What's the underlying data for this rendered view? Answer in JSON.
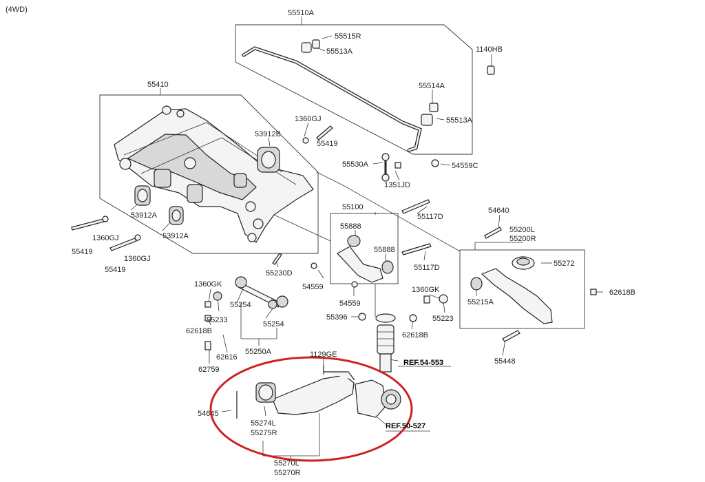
{
  "header": {
    "variant": "(4WD)"
  },
  "labels": {
    "p55510A": "55510A",
    "p55515R": "55515R",
    "p55513A_1": "55513A",
    "p1140HB": "1140HB",
    "p55514A": "55514A",
    "p55513A_2": "55513A",
    "p55410": "55410",
    "p1360GJ_1": "1360GJ",
    "p53912B": "53912B",
    "p55419_1": "55419",
    "p55530A": "55530A",
    "p54559C": "54559C",
    "p1351JD": "1351JD",
    "p53912A_1": "53912A",
    "p53912A_2": "53912A",
    "p1360GJ_2": "1360GJ",
    "p55419_2": "55419",
    "p1360GJ_3": "1360GJ",
    "p55419_3": "55419",
    "p55100": "55100",
    "p55888_1": "55888",
    "p55888_2": "55888",
    "p55117D_1": "55117D",
    "p55117D_2": "55117D",
    "p54640": "54640",
    "p55200L": "55200L",
    "p55200R": "55200R",
    "p55272": "55272",
    "p62618B_1": "62618B",
    "p55215A": "55215A",
    "p55230D": "55230D",
    "p54559_1": "54559",
    "p54559_2": "54559",
    "p1360GK_1": "1360GK",
    "p1360GK_2": "1360GK",
    "p55254_1": "55254",
    "p55254_2": "55254",
    "p55233": "55233",
    "p55223": "55223",
    "p62618B_2": "62618B",
    "p62618B_3": "62618B",
    "p55396": "55396",
    "p62616": "62616",
    "p55250A": "55250A",
    "p62759": "62759",
    "p55448": "55448",
    "p1129GE": "1129GE",
    "pREF54553": "REF.54-553",
    "p54645": "54645",
    "p55274L": "55274L",
    "p55275R": "55275R",
    "pREF50527": "REF.50-527",
    "p55270L": "55270L",
    "p55270R": "55270R"
  },
  "colors": {
    "highlight": "#cc2222",
    "ink": "#222222"
  }
}
